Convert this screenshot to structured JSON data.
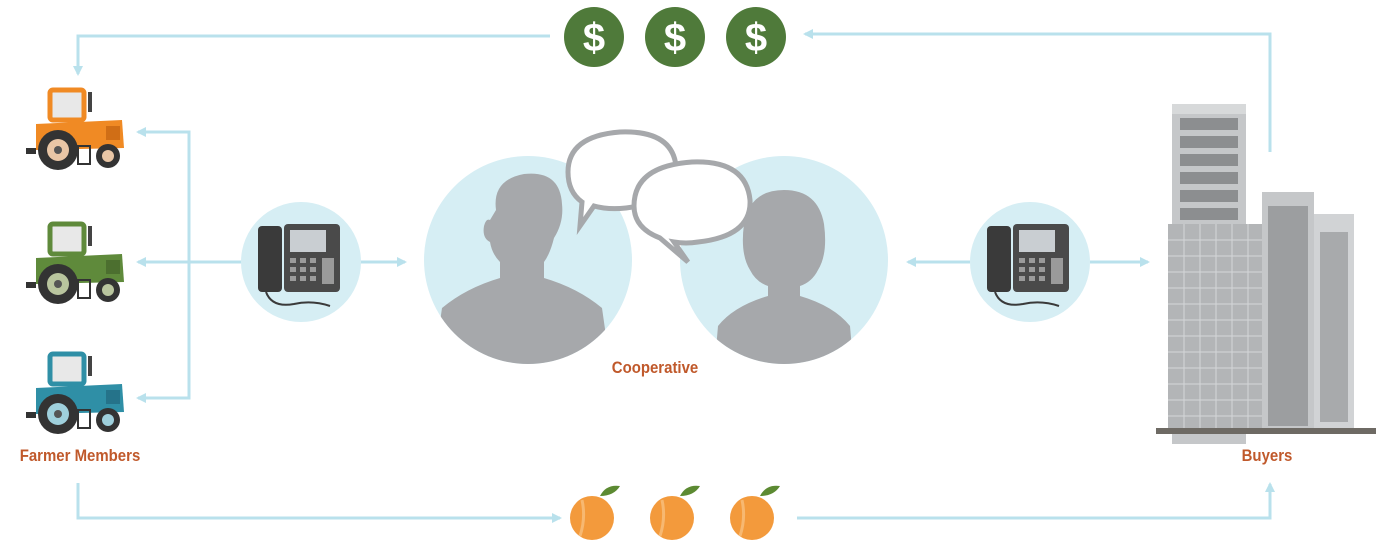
{
  "labels": {
    "farmers": "Farmer Members",
    "cooperative": "Cooperative",
    "buyers": "Buyers"
  },
  "money": {
    "symbol": "$",
    "count": 3,
    "color": "#4f7a3a"
  },
  "colors": {
    "arrow": "#b9e1ec",
    "circle": "#d6eef4",
    "silhouette": "#a6a8ab",
    "label": "#c0592b",
    "fruit": "#f39a3c",
    "leaf": "#5c8a32"
  },
  "tractors": [
    {
      "name": "orange",
      "body": "#f08a24"
    },
    {
      "name": "green",
      "body": "#5f8a3b"
    },
    {
      "name": "blue",
      "body": "#2f8fa6"
    }
  ],
  "icons": [
    "tractor-icon",
    "phone-icon",
    "person-icon",
    "speech-bubble-icon",
    "dollar-icon",
    "building-icon",
    "peach-icon"
  ]
}
